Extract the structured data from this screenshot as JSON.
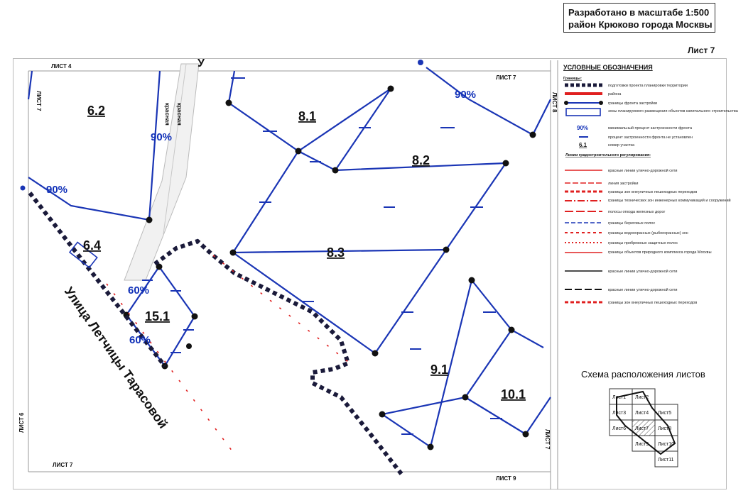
{
  "header": {
    "line1": "Разработано в масштабе 1:500",
    "line2": "район Крюково города Москвы"
  },
  "sheet_title": "Лист 7",
  "sheet_refs": {
    "top_left": "ЛИСТ 4",
    "top_center": "ЛИСТ 7",
    "left_upper": "ЛИСТ 7",
    "right_upper": "ЛИСТ 8",
    "left_lower": "ЛИСТ 6",
    "bottom_left": "ЛИСТ 7",
    "bottom_right": "ЛИСТ 9",
    "right_lower": "ЛИСТ 7"
  },
  "road_label": "красная",
  "road_top_letter": "У",
  "street_name": "Улица Летчицы Тарасовой",
  "zones": {
    "z62": "6.2",
    "z64": "6.4",
    "z81": "8.1",
    "z82": "8.2",
    "z83": "8.3",
    "z91": "9.1",
    "z101": "10.1",
    "z151": "15.1"
  },
  "percents": {
    "p1": "90%",
    "p2": "90%",
    "p3": "90%",
    "p4": "60%",
    "p5": "60%"
  },
  "legend": {
    "title": "УСЛОВНЫЕ ОБОЗНАЧЕНИЯ",
    "group1": "Границы:",
    "items": [
      "подготовки проекта планировки территории",
      "района",
      "границы фронта застройки",
      "зоны планируемого размещения объектов капитального строительства",
      "минимальный процент застроенности фронта",
      "процент застроенности фронта не установлен",
      "номер участка"
    ],
    "group2": "Линии градостроительного регулирования:",
    "items2": [
      "красные линии улично-дорожной сети",
      "линия застройки",
      "границы зон внеуличных пешеходных переходов",
      "границы технических зон инженерных коммуникаций и сооружений",
      "полосы отвода железных дорог",
      "границы береговых полос",
      "границы водоохранных (рыбоохранных) зон",
      "границы прибрежных защитных полос",
      "границы объектов природного комплекса города Москвы",
      "красные линии улично-дорожной сети",
      "красные линии улично-дорожной сети",
      "границы зон внеуличных пешеходных переходов"
    ],
    "sample_pct": "90%",
    "sample_num": "6.1"
  },
  "scheme": {
    "title": "Схема расположения листов",
    "cells": [
      "Лист1",
      "Лист2",
      "Лист3",
      "Лист4",
      "Лист5",
      "Лист6",
      "Лист7",
      "Лист8",
      "Лист9",
      "Лист10",
      "Лист11"
    ]
  },
  "colors": {
    "blue_line": "#1a35b5",
    "node": "#111111",
    "dotted_border": "#1a1a3a",
    "red_line": "#e02020",
    "percent_text": "#1030b8"
  }
}
